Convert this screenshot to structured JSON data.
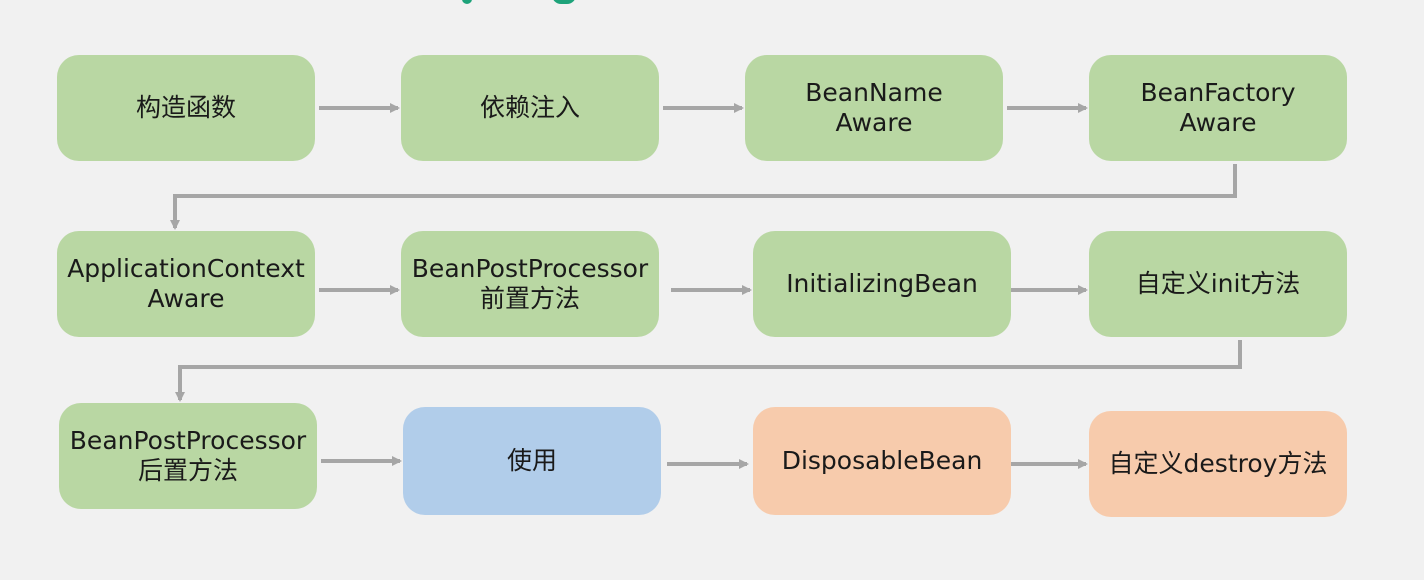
{
  "steps": [
    {
      "label": "构造函数",
      "color": "#b9d7a3"
    },
    {
      "label": "依赖注入",
      "color": "#b9d7a3"
    },
    {
      "label": "BeanName\nAware",
      "color": "#b9d7a3"
    },
    {
      "label": "BeanFactory\nAware",
      "color": "#b9d7a3"
    },
    {
      "label": "ApplicationContext\nAware",
      "color": "#b9d7a3"
    },
    {
      "label": "BeanPostProcessor\n前置方法",
      "color": "#b9d7a3"
    },
    {
      "label": "InitializingBean",
      "color": "#b9d7a3"
    },
    {
      "label": "自定义init方法",
      "color": "#b9d7a3"
    },
    {
      "label": "BeanPostProcessor\n后置方法",
      "color": "#b9d7a3"
    },
    {
      "label": "使用",
      "color": "#b1cdea"
    },
    {
      "label": "DisposableBean",
      "color": "#f7cbac"
    },
    {
      "label": "自定义destroy方法",
      "color": "#f7cbac"
    }
  ],
  "colors": {
    "arrow": "#a6a6a6",
    "title": "#1ea37a",
    "background": "#f1f1f1"
  }
}
